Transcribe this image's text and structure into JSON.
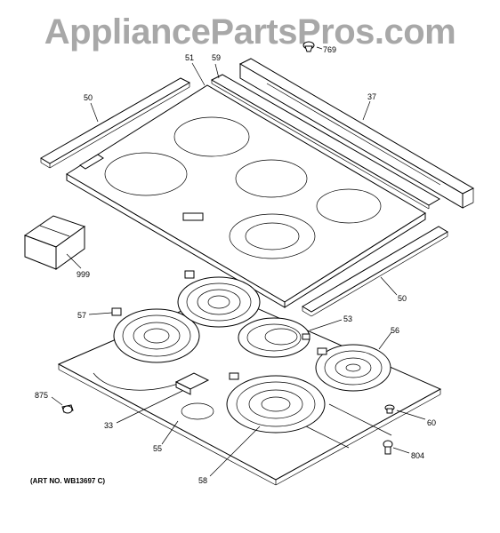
{
  "watermark": "AppliancePartsPros.com",
  "art_number": "(ART NO. WB13697 C)",
  "callouts": {
    "c51": "51",
    "c59": "59",
    "c769": "769",
    "c37": "37",
    "c50_top": "50",
    "c999": "999",
    "c50_right": "50",
    "c57": "57",
    "c53": "53",
    "c56": "56",
    "c875": "875",
    "c33": "33",
    "c60": "60",
    "c55": "55",
    "c804": "804",
    "c58": "58"
  }
}
